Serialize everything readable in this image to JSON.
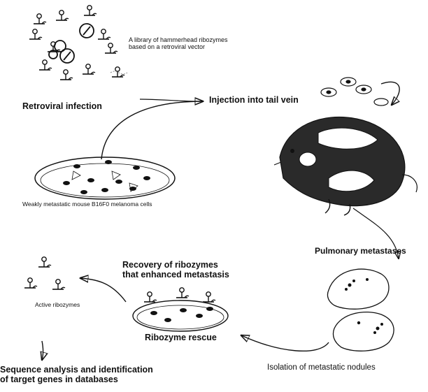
{
  "labels": {
    "library": "A library of hammerhead ribozymes\nbased on a retroviral vector",
    "retroviral_infection": "Retroviral infection",
    "injection": "Injection into tail vein",
    "melanoma_cells": "Weakly metastatic mouse B16F0 melanoma cells",
    "pulmonary_metastases": "Pulmonary metastases",
    "recovery": "Recovery of ribozymes\nthat enhanced metastasis",
    "active_ribozymes": "Active ribozymes",
    "ribozyme_rescue": "Ribozyme rescue",
    "isolation": "Isolation of metastatic nodules",
    "sequence_analysis": "Sequence analysis and identification\nof target genes in databases"
  },
  "icons": {
    "ribozyme": "hammerhead-ribozyme-icon",
    "vector": "retroviral-vector-icon",
    "dish": "petri-dish-icon",
    "mouse": "mouse-icon",
    "lung": "lung-nodule-icon"
  },
  "colors": {
    "ink": "#111111",
    "background": "#ffffff"
  }
}
